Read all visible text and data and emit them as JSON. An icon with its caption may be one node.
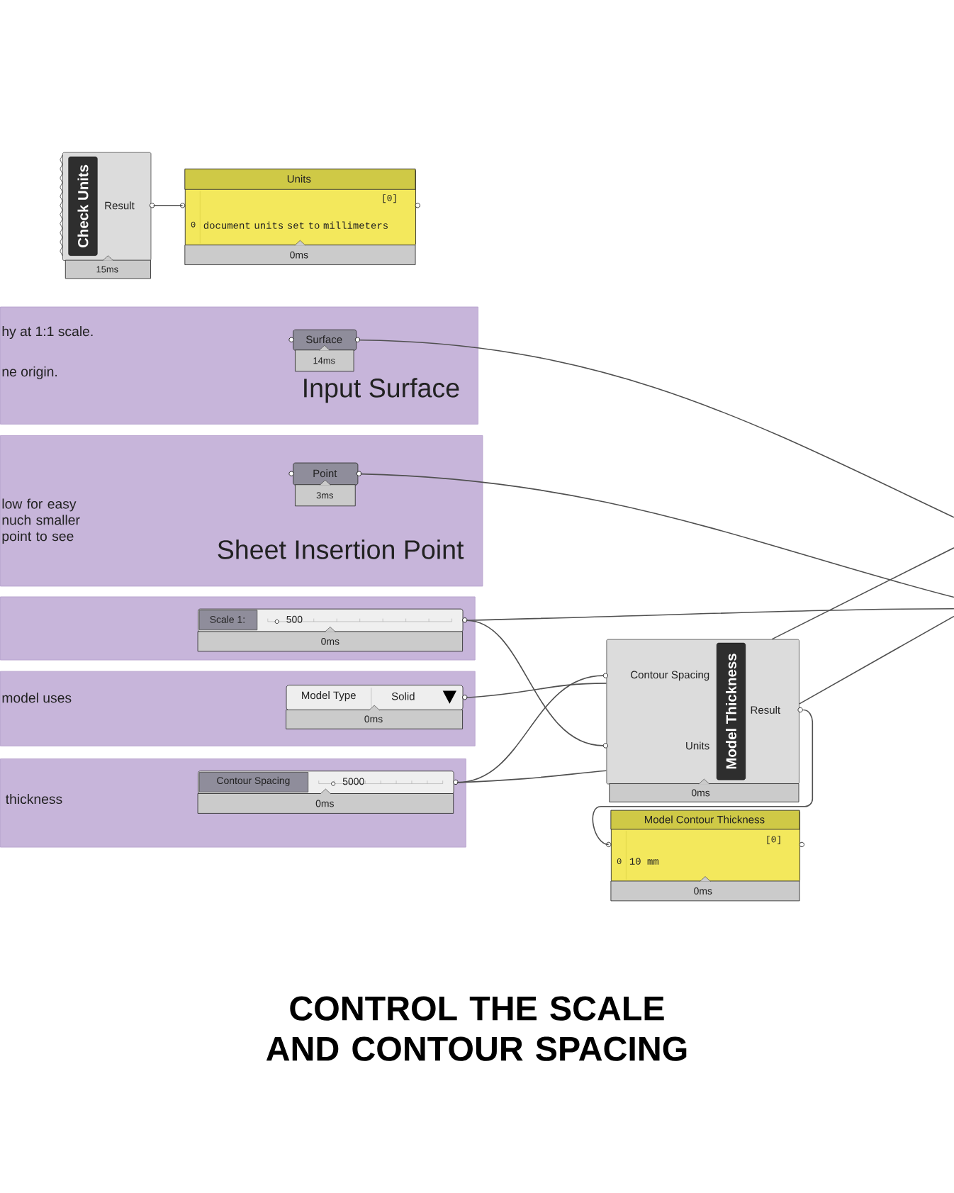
{
  "diagram": {
    "caption": "CONTROL THE SCALE AND CONTOUR SPACING",
    "nodes": [
      {
        "text": [
          "Check Units",
          "Result",
          "15ms"
        ]
      },
      {
        "text": [
          "Units",
          "[0]",
          "0",
          "document units set to millimeters",
          "0ms"
        ]
      },
      {
        "text": [
          "hy at 1:1 scale.",
          "ne origin.",
          "Input Surface"
        ]
      },
      {
        "text": [
          "Surface",
          "14ms"
        ],
        "in": 2
      },
      {
        "text": [
          "low for easy nuch smaller point to see",
          "Sheet Insertion Point"
        ]
      },
      {
        "text": [
          "Point",
          "3ms"
        ],
        "in": 4
      },
      {
        "text": [],
        "shape": "box"
      },
      {
        "text": [
          "Scale 1:",
          "500",
          "0ms"
        ],
        "in": 6
      },
      {
        "text": [
          "model uses"
        ]
      },
      {
        "text": [
          "Model Type",
          "Solid",
          "0ms"
        ],
        "in": 8
      },
      {
        "text": [
          "thickness"
        ]
      },
      {
        "text": [
          "Contour Spacing",
          "5000",
          "0ms"
        ],
        "in": 10
      },
      {
        "text": [
          "Model Thickness",
          "Contour Spacing",
          "Units",
          "Result",
          "0ms"
        ]
      },
      {
        "text": [
          "Model Contour Thickness",
          "[0]",
          "0",
          "10 mm",
          "0ms"
        ]
      }
    ],
    "edges": [
      {
        "from": 0,
        "to": 1,
        "arrow": "none"
      },
      {
        "from": 3,
        "to": null,
        "arrow": "none"
      },
      {
        "from": 5,
        "to": null,
        "arrow": "none"
      },
      {
        "from": 7,
        "to": null,
        "arrow": "none"
      },
      {
        "from": 7,
        "to": 12,
        "arrow": "none"
      },
      {
        "from": 9,
        "to": 12,
        "arrow": "none"
      },
      {
        "from": 11,
        "to": 12,
        "arrow": "none"
      },
      {
        "from": 11,
        "to": 12,
        "arrow": "none"
      },
      {
        "from": 12,
        "to": null,
        "arrow": "none"
      },
      {
        "from": 12,
        "to": null,
        "arrow": "none"
      },
      {
        "from": 12,
        "to": 13,
        "arrow": "none"
      }
    ]
  }
}
